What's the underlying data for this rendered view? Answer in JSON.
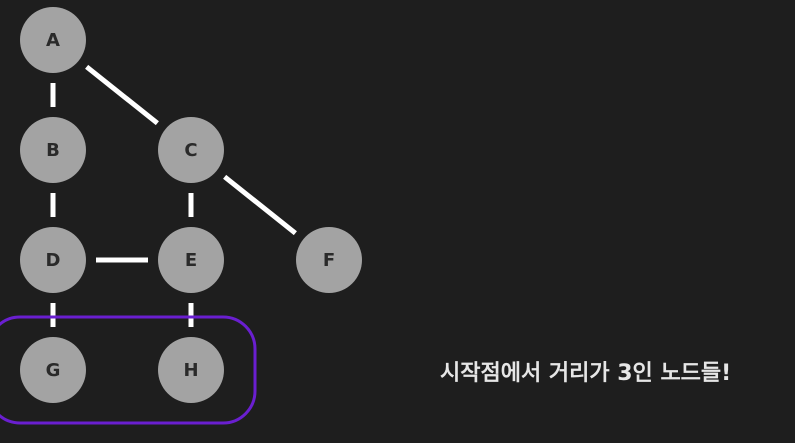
{
  "colors": {
    "background": "#1e1e1e",
    "node_fill": "#a3a3a3",
    "node_text": "#2a2a2a",
    "edge": "#ffffff",
    "highlight": "#6a1fd0",
    "caption": "#e6e6e6"
  },
  "graph": {
    "nodes": [
      {
        "id": "A",
        "label": "A"
      },
      {
        "id": "B",
        "label": "B"
      },
      {
        "id": "C",
        "label": "C"
      },
      {
        "id": "D",
        "label": "D"
      },
      {
        "id": "E",
        "label": "E"
      },
      {
        "id": "F",
        "label": "F"
      },
      {
        "id": "G",
        "label": "G"
      },
      {
        "id": "H",
        "label": "H"
      }
    ],
    "edges": [
      [
        "A",
        "B"
      ],
      [
        "A",
        "C"
      ],
      [
        "B",
        "D"
      ],
      [
        "C",
        "E"
      ],
      [
        "C",
        "F"
      ],
      [
        "D",
        "E"
      ],
      [
        "D",
        "G"
      ],
      [
        "E",
        "H"
      ]
    ],
    "highlighted": [
      "G",
      "H"
    ]
  },
  "caption": "시작점에서 거리가 3인 노드들!"
}
